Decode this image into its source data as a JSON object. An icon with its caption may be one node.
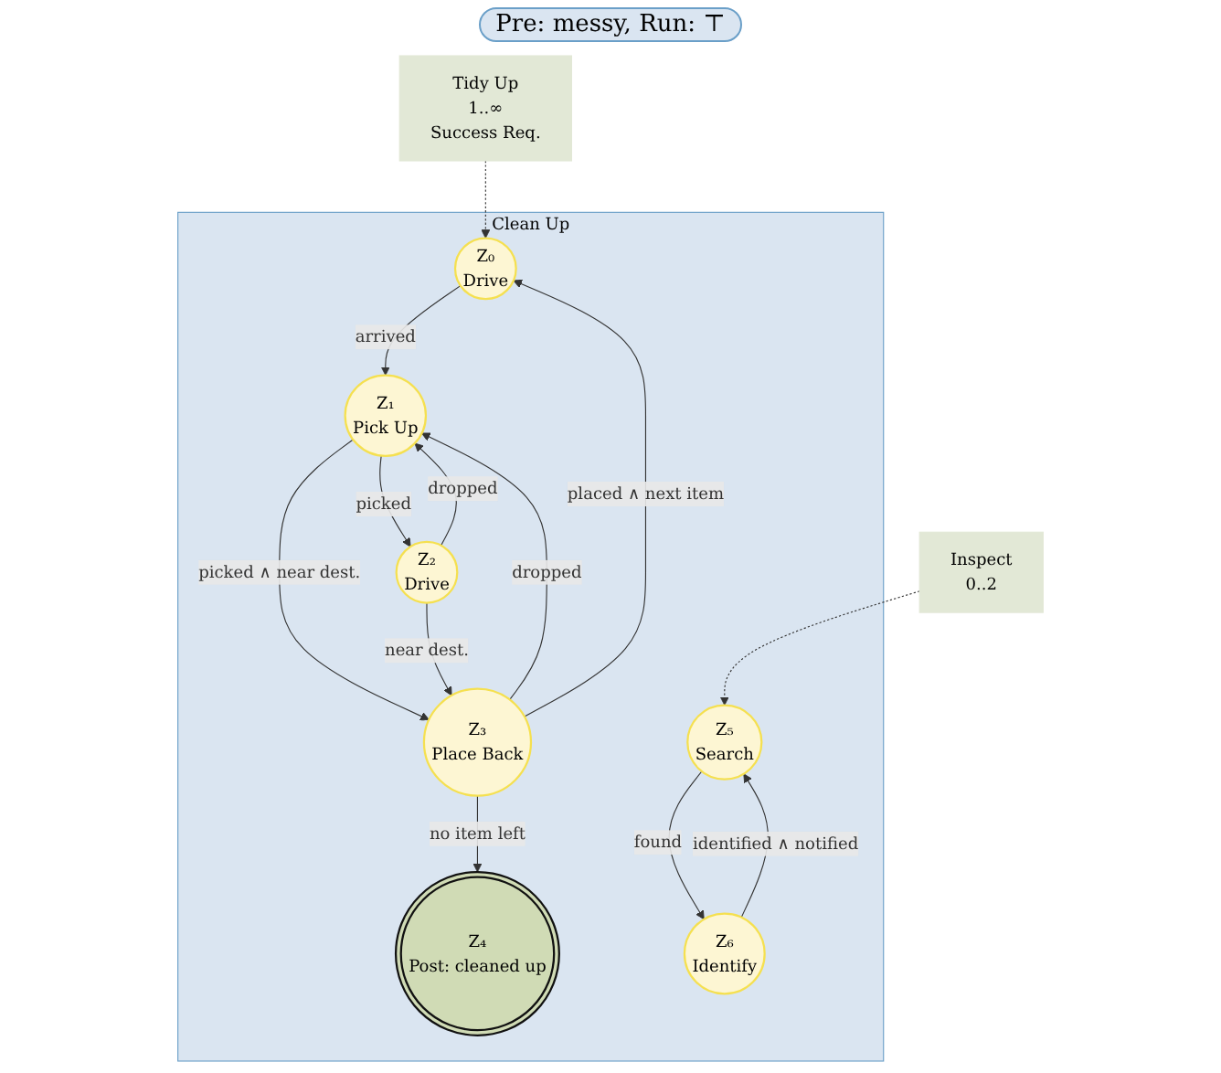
{
  "diagram": {
    "nodes": [
      {
        "text": [
          "Clean Up"
        ]
      },
      {
        "text": [
          "Tidy Up",
          "1..∞",
          "Success Req."
        ]
      },
      {
        "text": [
          "Z₀",
          "Drive"
        ],
        "in": 0
      },
      {
        "text": [
          "Z₁",
          "Pick Up"
        ],
        "in": 0
      },
      {
        "text": [
          "Z₃",
          "Place Back"
        ],
        "in": 0
      },
      {
        "text": [
          "Z₂",
          "Drive"
        ],
        "in": 0
      },
      {
        "text": [
          "Z₄",
          "Post: cleaned up"
        ],
        "in": 0
      },
      {
        "text": [
          "Inspect",
          "0..2"
        ]
      },
      {
        "text": [
          "Z₅",
          "Search"
        ],
        "in": 0
      },
      {
        "text": [
          "Z₆",
          "Identify"
        ],
        "in": 0
      }
    ],
    "edges": [
      {
        "from": 1,
        "to": 2,
        "arrow": "to",
        "style": "dashed"
      },
      {
        "from": 2,
        "to": 3,
        "arrow": "to",
        "label": "arrived"
      },
      {
        "from": 3,
        "to": 4,
        "arrow": "to",
        "label": "picked ∧ near dest."
      },
      {
        "from": 4,
        "to": 3,
        "arrow": "to",
        "label": "dropped"
      },
      {
        "from": 4,
        "to": 2,
        "arrow": "to",
        "label": "placed ∧ next item"
      },
      {
        "from": 3,
        "to": 5,
        "arrow": "to",
        "label": "picked"
      },
      {
        "from": 5,
        "to": 3,
        "arrow": "to",
        "label": "dropped"
      },
      {
        "from": 5,
        "to": 4,
        "arrow": "to",
        "label": "near dest."
      },
      {
        "from": 4,
        "to": 6,
        "arrow": "to",
        "label": "no item left"
      },
      {
        "from": 7,
        "to": 8,
        "arrow": "to",
        "style": "dashed"
      },
      {
        "from": 8,
        "to": 9,
        "arrow": "to",
        "label": "found"
      },
      {
        "from": 9,
        "to": 8,
        "arrow": "to",
        "label": "identified ∧ notified"
      }
    ],
    "labels": [
      "Pre: messy, Run: ⊤"
    ]
  }
}
